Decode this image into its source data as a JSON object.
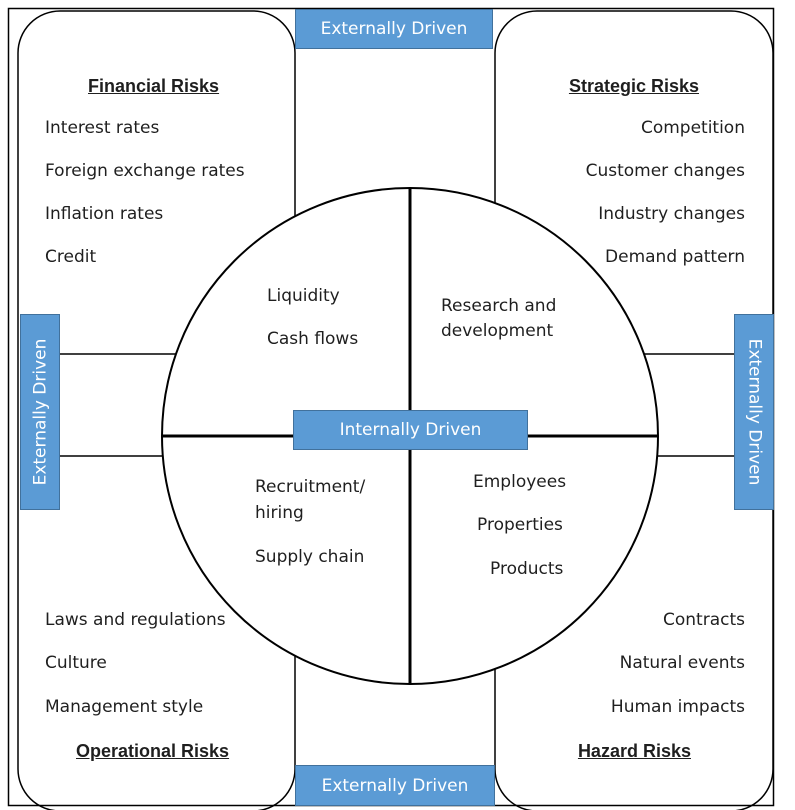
{
  "external_label": "Externally Driven",
  "internal_label": "Internally Driven",
  "financial": {
    "title": "Financial Risks",
    "items": [
      "Interest rates",
      "Foreign exchange rates",
      "Inflation rates",
      "Credit"
    ]
  },
  "strategic": {
    "title": "Strategic Risks",
    "items": [
      "Competition",
      "Customer changes",
      "Industry changes",
      "Demand pattern"
    ]
  },
  "operational": {
    "title": "Operational Risks",
    "items": [
      "Laws and regulations",
      "Culture",
      "Management style"
    ]
  },
  "hazard": {
    "title": "Hazard Risks",
    "items": [
      "Contracts",
      "Natural events",
      "Human impacts"
    ]
  },
  "circle": {
    "top_left": [
      "Liquidity",
      "Cash flows"
    ],
    "top_right": [
      "Research and",
      "development"
    ],
    "bottom_left": [
      "Recruitment/",
      "hiring",
      "Supply chain"
    ],
    "bottom_right": [
      "Employees",
      "Properties",
      "Products"
    ]
  }
}
